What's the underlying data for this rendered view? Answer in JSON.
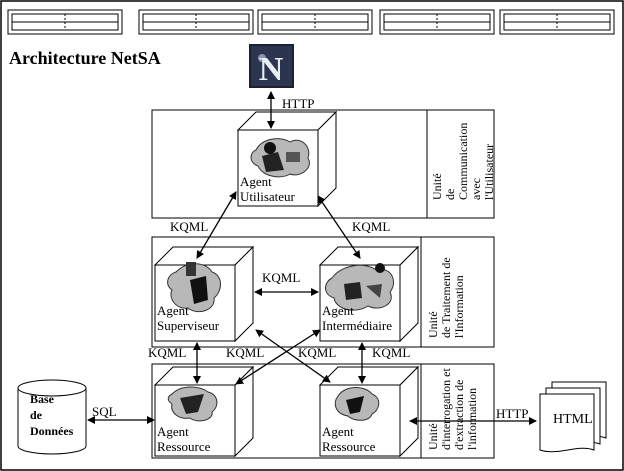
{
  "title": "Architecture NetSA",
  "browser_logo_letter": "N",
  "http_top": "HTTP",
  "http_right": "HTTP",
  "sql": "SQL",
  "html_doc": "HTML",
  "kqml": "KQML",
  "database": [
    "Base",
    "de",
    "Données"
  ],
  "agents": {
    "utilisateur": [
      "Agent",
      "Utilisateur"
    ],
    "superviseur": [
      "Agent",
      "Superviseur"
    ],
    "intermediaire": [
      "Agent",
      "Intermédiaire"
    ],
    "ressource_left": [
      "Agent",
      "Ressource"
    ],
    "ressource_right": [
      "Agent",
      "Ressource"
    ]
  },
  "units": {
    "communication": [
      "Unité",
      "de",
      "Communication",
      "avec",
      "l'Utilisateur"
    ],
    "traitement": [
      "Unité",
      "de Traitement de",
      "l'Information"
    ],
    "interrogation": [
      "Unité",
      "d'interrogation et",
      "d'extraction de",
      "l'information"
    ]
  }
}
